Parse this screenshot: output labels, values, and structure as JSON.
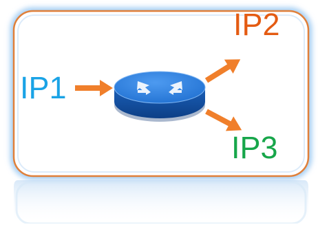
{
  "diagram": {
    "nodes": [
      {
        "id": "ip1",
        "label": "IP1",
        "color": "#1aa3e6"
      },
      {
        "id": "ip2",
        "label": "IP2",
        "color": "#e45b12"
      },
      {
        "id": "ip3",
        "label": "IP3",
        "color": "#17a64a"
      }
    ],
    "router": {
      "icon": "router-icon",
      "color": "#1f6fd0"
    },
    "edges": [
      {
        "from": "ip1",
        "to": "router"
      },
      {
        "from": "router",
        "to": "ip2"
      },
      {
        "from": "router",
        "to": "ip3"
      }
    ],
    "colors": {
      "frame_border": "#e0803a",
      "frame_glow": "#9fcbf3",
      "arrow": "#f07f2b"
    }
  }
}
